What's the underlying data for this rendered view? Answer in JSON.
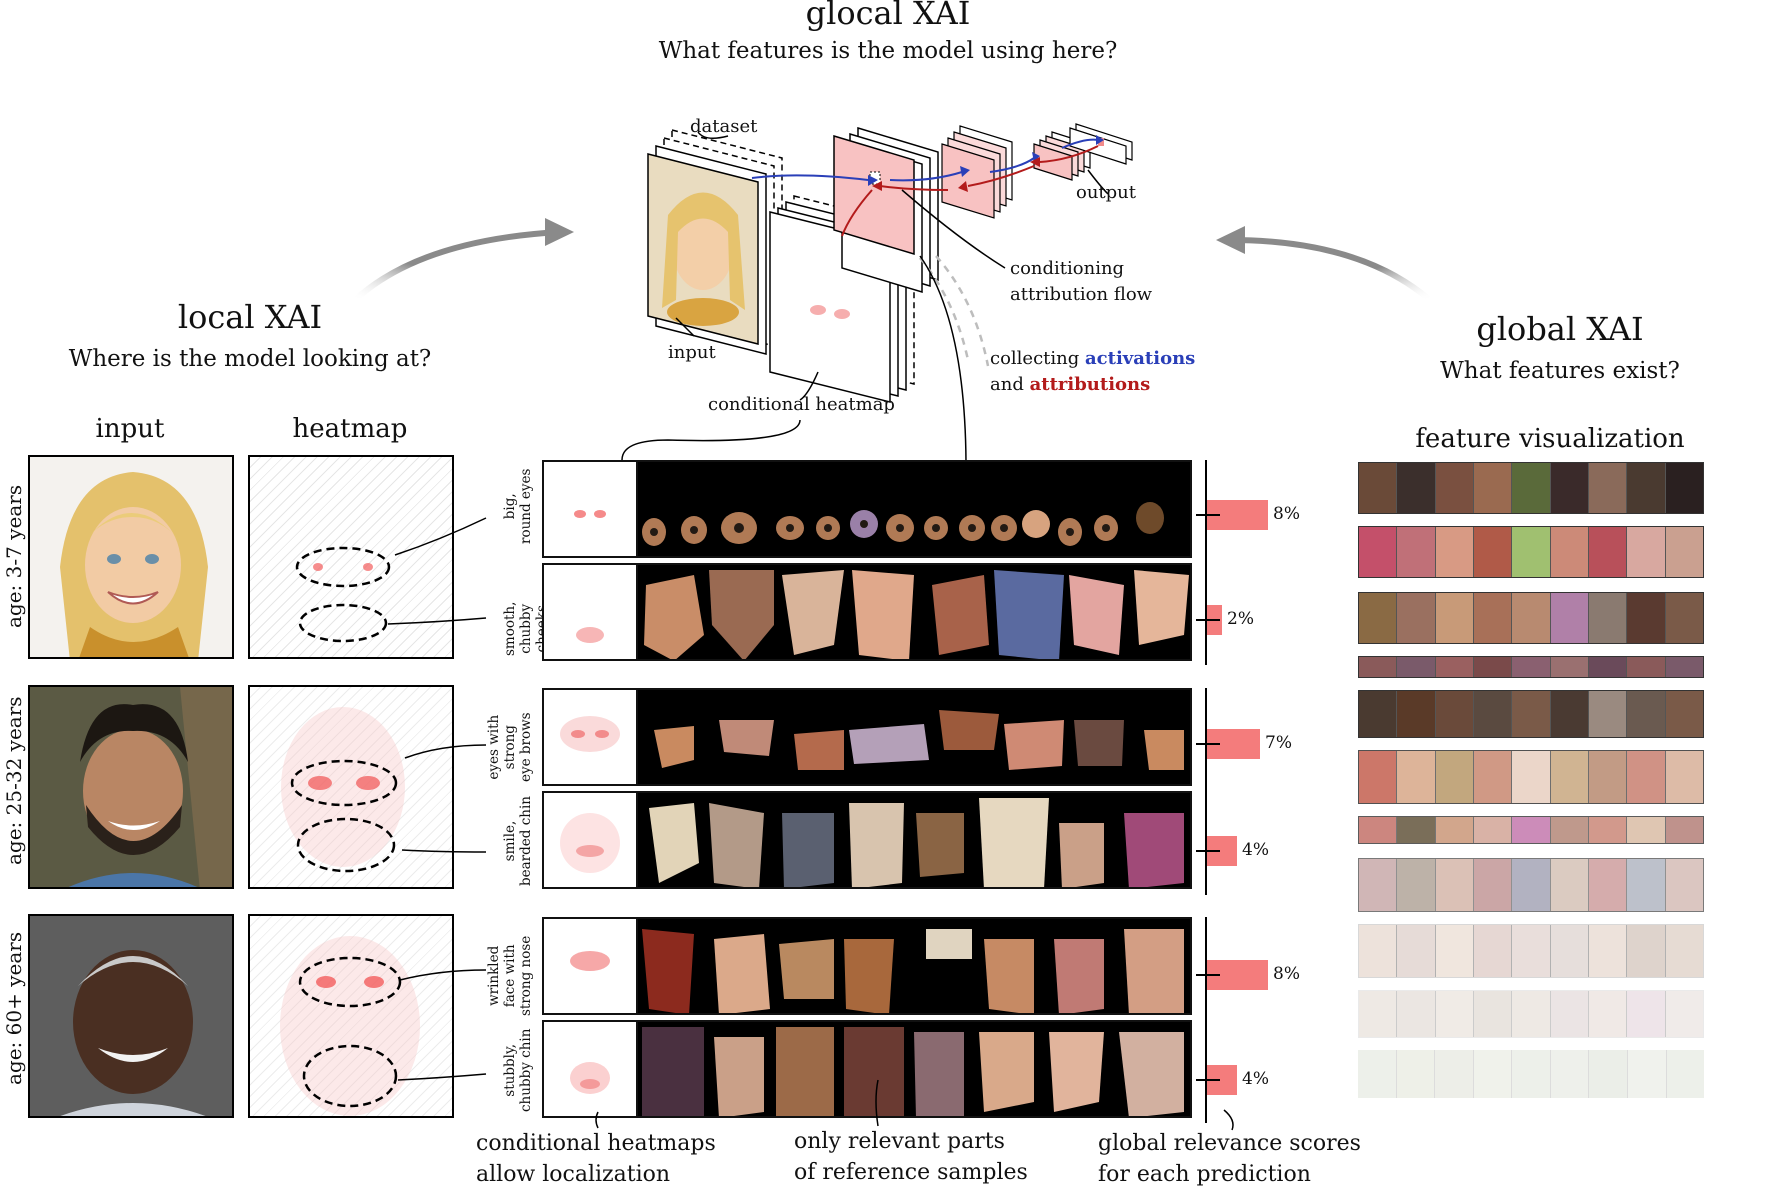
{
  "glocal": {
    "title": "glocal XAI",
    "subtitle": "What features is the model using here?"
  },
  "local": {
    "title": "local XAI",
    "subtitle": "Where is the model looking at?",
    "col_input": "input",
    "col_heatmap": "heatmap"
  },
  "global": {
    "title": "global XAI",
    "subtitle": "What features exist?",
    "feature_vis": "feature visualization"
  },
  "network": {
    "dataset": "dataset",
    "input": "input",
    "output": "output",
    "cond_line1": "conditioning",
    "cond_line2": "attribution flow",
    "collect_prefix": "collecting",
    "collect_activations": "activations",
    "collect_and": "and",
    "collect_attributions": "attributions",
    "conditional_heatmap": "conditional heatmap"
  },
  "age_groups": [
    {
      "label": "age: 3-7 years"
    },
    {
      "label": "age: 25-32 years"
    },
    {
      "label": "age: 60+ years"
    }
  ],
  "concepts": [
    {
      "line1": "big,",
      "line2": "round eyes",
      "line3": "",
      "relevance": 8,
      "relevance_text": "8%"
    },
    {
      "line1": "smooth,",
      "line2": "chubby",
      "line3": "cheeks",
      "relevance": 2,
      "relevance_text": "2%"
    },
    {
      "line1": "eyes with",
      "line2": "strong",
      "line3": "eye brows",
      "relevance": 7,
      "relevance_text": "7%"
    },
    {
      "line1": "smile,",
      "line2": "bearded chin",
      "line3": "",
      "relevance": 4,
      "relevance_text": "4%"
    },
    {
      "line1": "wrinkled",
      "line2": "face with",
      "line3": "strong nose",
      "relevance": 8,
      "relevance_text": "8%"
    },
    {
      "line1": "stubbly,",
      "line2": "chubby chin",
      "line3": "",
      "relevance": 4,
      "relevance_text": "4%"
    }
  ],
  "bottom": {
    "a1": "conditional heatmaps",
    "a2": "allow localization",
    "b1": "only relevant parts",
    "b2": "of reference samples",
    "c1": "global relevance scores",
    "c2": "for each prediction"
  },
  "colors": {
    "relevance_bar": "#f47c7c",
    "activations": "#2a3fb8",
    "attributions": "#b31b1b",
    "arrow_gray": "#8a8a8a"
  }
}
